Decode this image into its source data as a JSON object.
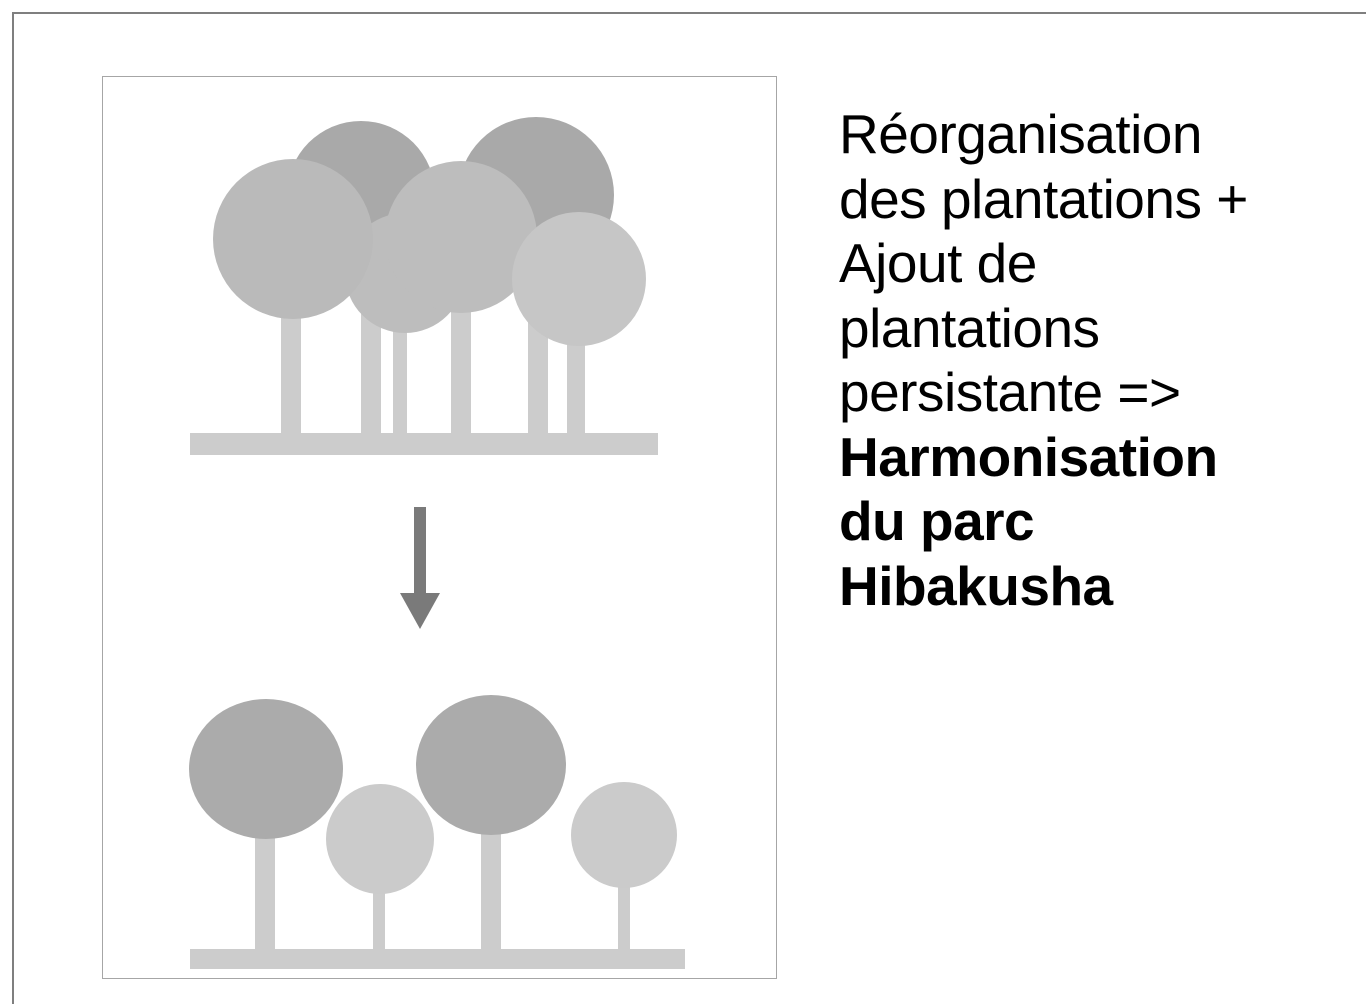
{
  "text_lines": [
    "Réorganisation",
    "des plantations +",
    "Ajout de",
    "plantations",
    "persistante =>"
  ],
  "bold_lines": [
    "Harmonisation",
    "du parc",
    "Hibakusha"
  ],
  "colors": {
    "tree_dark": "#a6a6a6",
    "tree_medium": "#b3b3b3",
    "tree_light": "#c8c8c8",
    "trunk": "#cccccc",
    "ground": "#cccccc",
    "arrow": "#7a7a7a",
    "frame_border": "#a6a6a6"
  },
  "icons": {
    "arrow": "arrow-down-icon"
  }
}
